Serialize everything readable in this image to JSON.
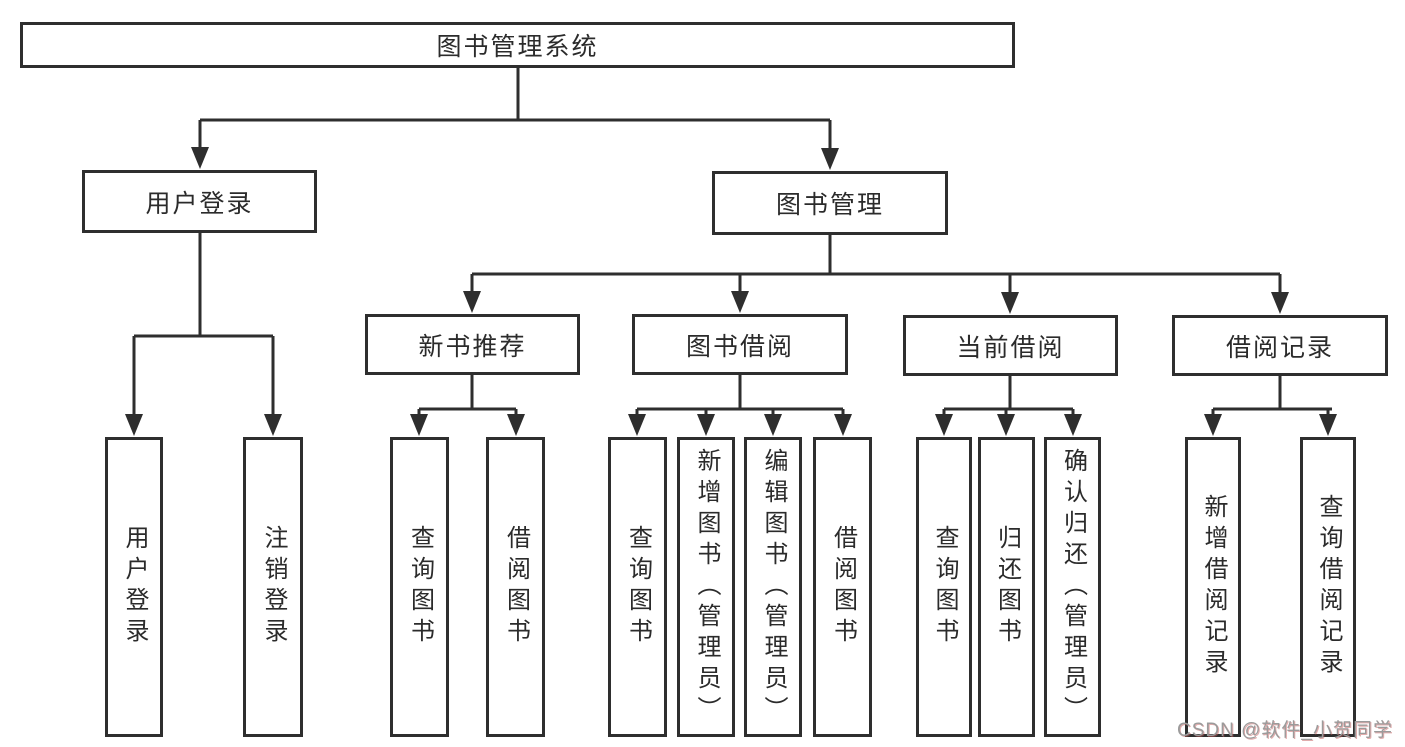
{
  "diagram": {
    "root": {
      "label": "图书管理系统"
    },
    "branches": [
      {
        "label": "用户登录",
        "children": [
          {
            "label": "用户登录"
          },
          {
            "label": "注销登录"
          }
        ]
      },
      {
        "label": "图书管理",
        "children": [
          {
            "label": "新书推荐",
            "children": [
              {
                "label": "查询图书"
              },
              {
                "label": "借阅图书"
              }
            ]
          },
          {
            "label": "图书借阅",
            "children": [
              {
                "label": "查询图书"
              },
              {
                "label": "新增图书（管理员）"
              },
              {
                "label": "编辑图书（管理员）"
              },
              {
                "label": "借阅图书"
              }
            ]
          },
          {
            "label": "当前借阅",
            "children": [
              {
                "label": "查询图书"
              },
              {
                "label": "归还图书"
              },
              {
                "label": "确认归还（管理员）"
              }
            ]
          },
          {
            "label": "借阅记录",
            "children": [
              {
                "label": "新增借阅记录"
              },
              {
                "label": "查询借阅记录"
              }
            ]
          }
        ]
      }
    ],
    "colors": {
      "line": "#2e2e2e",
      "text": "#2b2b2b",
      "background": "#ffffff",
      "watermark": "#9b9b9b"
    }
  },
  "watermark": {
    "text": "CSDN @软件_小贺同学"
  }
}
